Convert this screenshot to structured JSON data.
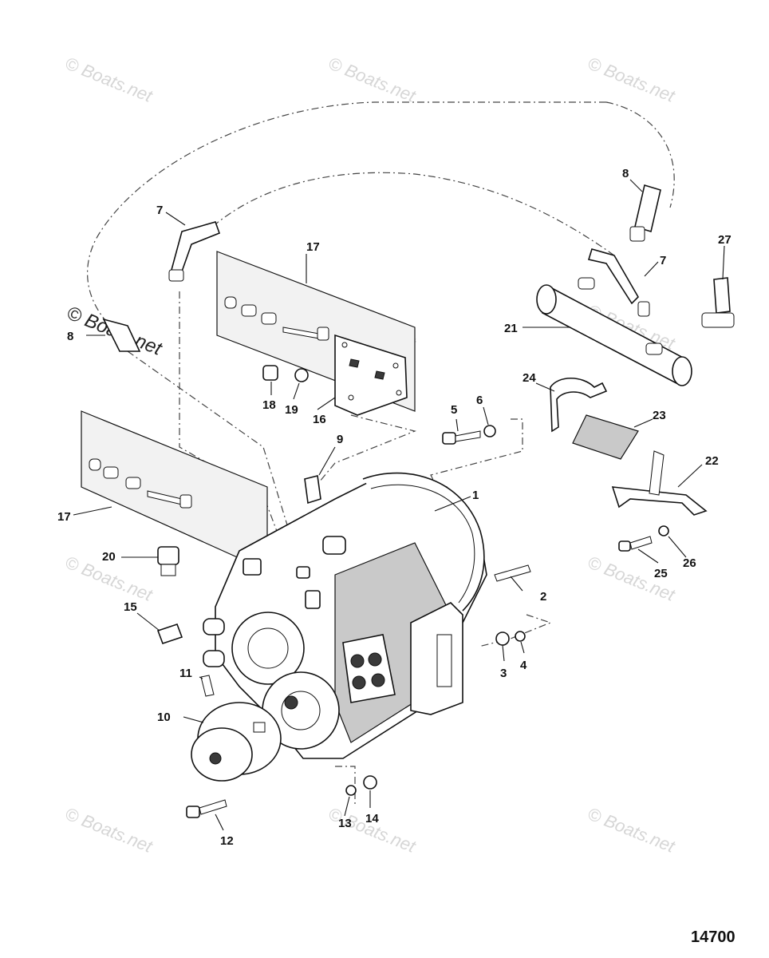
{
  "figure_number": "14700",
  "watermark": "© Boats.net",
  "callouts": [
    "1",
    "2",
    "3",
    "4",
    "5",
    "6",
    "7",
    "7",
    "8",
    "8",
    "9",
    "10",
    "11",
    "12",
    "13",
    "14",
    "15",
    "16",
    "17",
    "17",
    "18",
    "19",
    "20",
    "21",
    "22",
    "23",
    "24",
    "25",
    "26",
    "27"
  ]
}
